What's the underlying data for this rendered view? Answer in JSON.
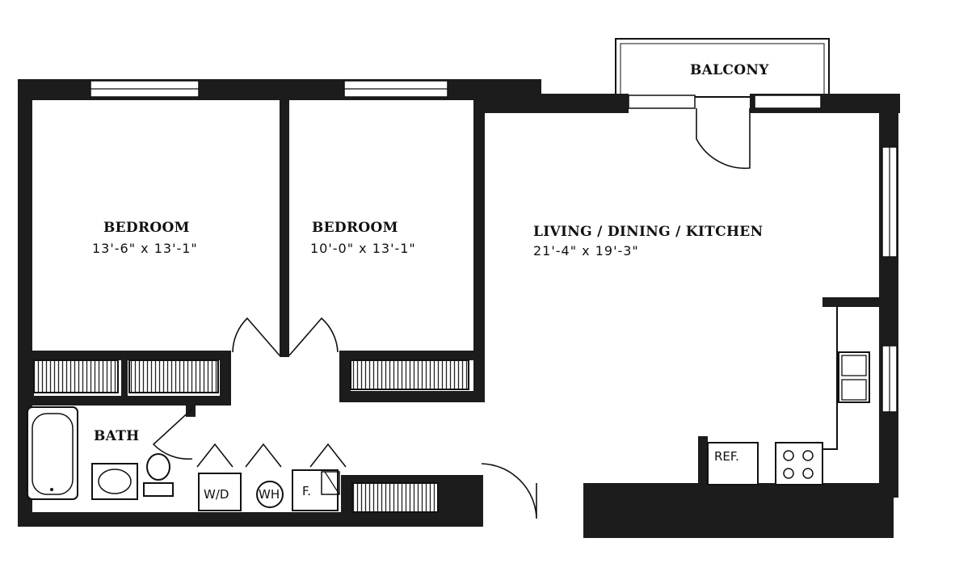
{
  "rooms": {
    "bedroom1": {
      "name": "BEDROOM",
      "dimensions": "13'-6\" x 13'-1\""
    },
    "bedroom2": {
      "name": "BEDROOM",
      "dimensions": "10'-0\" x 13'-1\""
    },
    "living": {
      "name": "LIVING / DINING / KITCHEN",
      "dimensions": "21'-4\" x 19'-3\""
    },
    "bath": {
      "name": "BATH"
    },
    "balcony": {
      "name": "BALCONY"
    }
  },
  "fixtures": {
    "washer_dryer": "W/D",
    "water_heater": "WH",
    "furnace": "F.",
    "refrigerator": "REF."
  }
}
